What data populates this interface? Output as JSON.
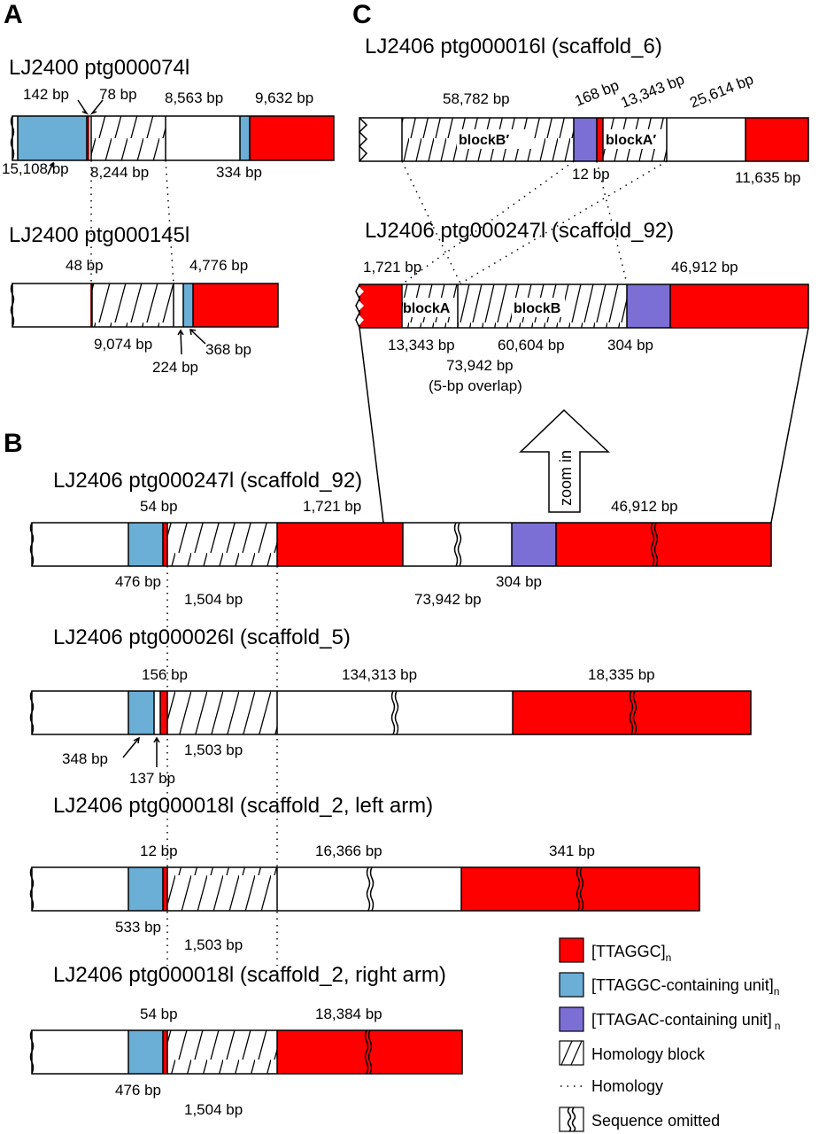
{
  "colors": {
    "telomere_red": "#ff0000",
    "ttaggc_unit_blue": "#6baed6",
    "ttagac_unit_purple": "#7b6fd6",
    "dark_red_line": "#8b1a1a",
    "outline": "#000000"
  },
  "panels": {
    "A": {
      "letter": "A",
      "tracks": [
        {
          "title": "LJ2400 ptg000074l",
          "labels": [
            "142 bp",
            "78 bp",
            "8,563 bp",
            "9,632 bp",
            "15,108 bp",
            "8,244 bp",
            "334 bp"
          ]
        },
        {
          "title": "LJ2400 ptg000145l",
          "labels": [
            "48 bp",
            "4,776 bp",
            "9,074 bp",
            "224 bp",
            "368 bp"
          ]
        }
      ]
    },
    "B": {
      "letter": "B",
      "zoom_arrow_label": "zoom in",
      "tracks": [
        {
          "title": "LJ2406 ptg000247l (scaffold_92)",
          "labels": [
            "54 bp",
            "1,721 bp",
            "46,912 bp",
            "476 bp",
            "1,504 bp",
            "304 bp",
            "73,942 bp"
          ]
        },
        {
          "title": "LJ2406 ptg000026l (scaffold_5)",
          "labels": [
            "156 bp",
            "134,313 bp",
            "18,335 bp",
            "348 bp",
            "137 bp",
            "1,503 bp"
          ]
        },
        {
          "title": "LJ2406 ptg000018l (scaffold_2, left arm)",
          "labels": [
            "12 bp",
            "16,366 bp",
            "341 bp",
            "533 bp",
            "1,503 bp"
          ]
        },
        {
          "title": "LJ2406 ptg000018l (scaffold_2, right arm)",
          "labels": [
            "54 bp",
            "18,384 bp",
            "476 bp",
            "1,504 bp"
          ]
        }
      ]
    },
    "C": {
      "letter": "C",
      "tracks": [
        {
          "title": "LJ2406 ptg000016l (scaffold_6)",
          "labels": [
            "58,782 bp",
            "168 bp",
            "13,343 bp",
            "25,614 bp",
            "12 bp",
            "11,635 bp"
          ],
          "blocks": [
            "blockB′",
            "blockA′"
          ]
        },
        {
          "title": "LJ2406 ptg000247l (scaffold_92)",
          "labels": [
            "1,721 bp",
            "46,912 bp",
            "13,343 bp",
            "60,604 bp",
            "304 bp",
            "73,942 bp",
            "(5-bp overlap)"
          ],
          "blocks": [
            "blockA",
            "blockB"
          ]
        }
      ]
    }
  },
  "legend": {
    "items": [
      {
        "label": "[TTAGGC]",
        "subscript": "n",
        "swatch": "red"
      },
      {
        "label": "[TTAGGC-containing unit]",
        "subscript": "n",
        "swatch": "blue"
      },
      {
        "label": "[TTAGAC-containing unit]",
        "subscript": "n",
        "swatch": "purple"
      },
      {
        "label": "Homology block",
        "swatch": "hatch"
      },
      {
        "label": "Homology",
        "swatch": "dots"
      },
      {
        "label": "Sequence omitted",
        "swatch": "wavy"
      }
    ]
  }
}
